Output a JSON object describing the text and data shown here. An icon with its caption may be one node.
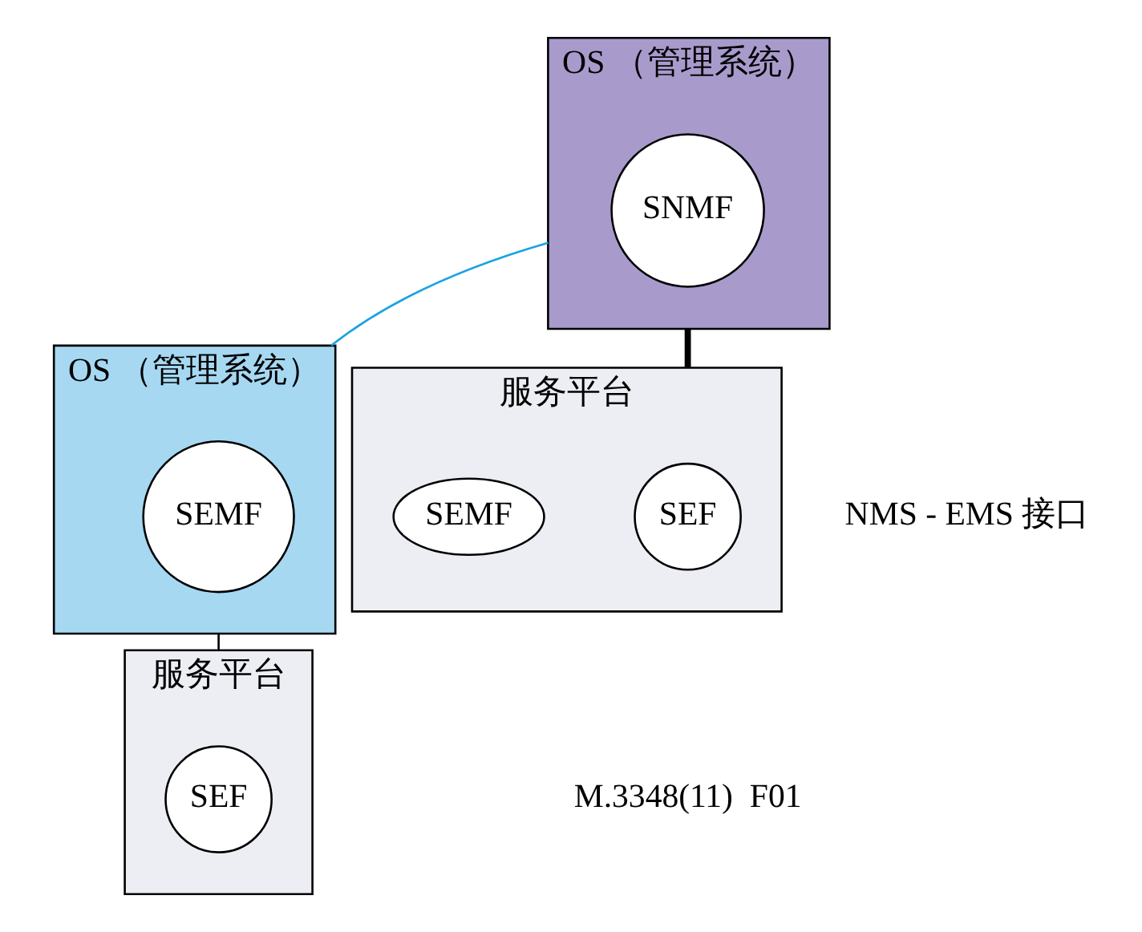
{
  "diagram": {
    "nodes": [
      {
        "text": [
          "OS （管理系统）"
        ]
      },
      {
        "text": [
          "SNMF"
        ],
        "in": 0
      },
      {
        "text": [
          "OS （管理系统）"
        ]
      },
      {
        "text": [
          "SEMF"
        ],
        "in": 2
      },
      {
        "text": [
          "服务平台"
        ]
      },
      {
        "text": [
          "SEF"
        ],
        "in": 4
      },
      {
        "text": [
          "服务平台"
        ]
      },
      {
        "text": [
          "SEF"
        ],
        "in": 6
      },
      {
        "text": [
          "SEMF"
        ],
        "in": 6
      }
    ],
    "edges": [
      {
        "from": 0,
        "to": 2,
        "arrow": "none",
        "color": "#1aa3e0"
      },
      {
        "from": 0,
        "to": 6,
        "arrow": "none",
        "style": "thick"
      },
      {
        "from": 2,
        "to": 4,
        "arrow": "none"
      }
    ],
    "labels": [
      "NMS - EMS 接口",
      "M.3348(11)  F01"
    ]
  }
}
